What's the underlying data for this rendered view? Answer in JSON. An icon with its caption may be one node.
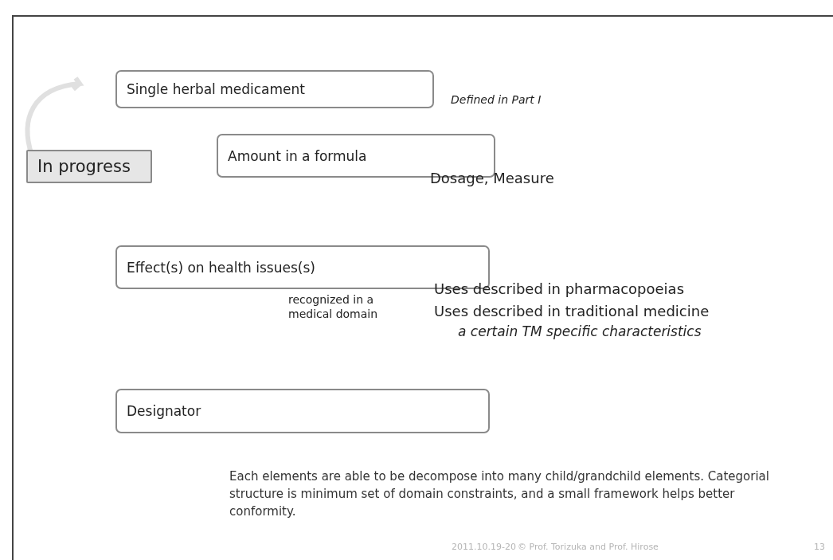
{
  "diagram": {
    "nodes": [
      {
        "text": [
          "Single herbal medicament"
        ],
        "beside": [
          "Defined in Part I"
        ]
      },
      {
        "text": [
          "In progress"
        ]
      },
      {
        "text": [
          "Amount in a formula"
        ],
        "beside": [
          "Dosage, Measure"
        ]
      },
      {
        "text": [
          "Effect(s) on health issues(s)"
        ],
        "beside": [
          "recognized in a medical domain",
          "Uses described in pharmacopoeias",
          "Uses described in traditional medicine",
          "a certain TM specific characteristics"
        ]
      },
      {
        "text": [
          "Designator"
        ]
      }
    ],
    "edges": [],
    "labels": [
      "Each elements are able to be decompose into many child/grandchild elements. Categorial structure is minimum set of domain constraints, and a small framework helps better conformity.",
      "2011.10.19-20",
      "© Prof. Torizuka and Prof. Hirose",
      "13"
    ]
  }
}
